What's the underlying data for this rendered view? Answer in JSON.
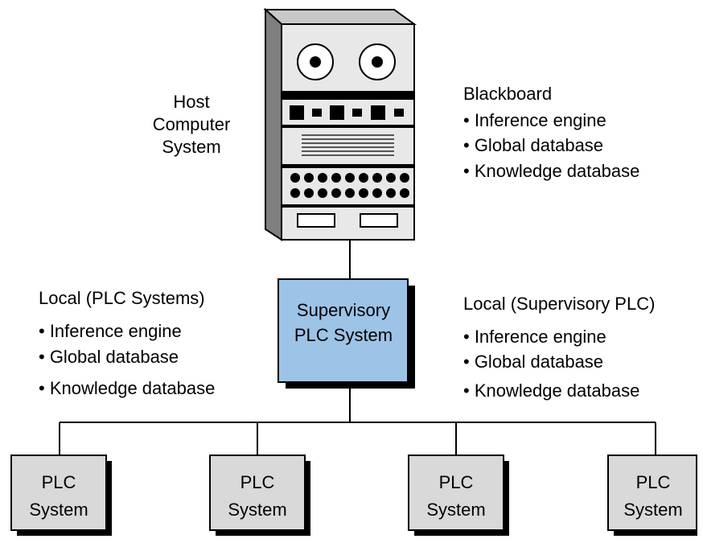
{
  "host": {
    "label_lines": [
      "Host",
      "Computer",
      "System"
    ]
  },
  "blackboard": {
    "title": "Blackboard",
    "items": [
      "• Inference engine",
      "• Global database",
      "• Knowledge database"
    ]
  },
  "local_plc": {
    "title": "Local (PLC Systems)",
    "items": [
      "• Inference engine",
      "• Global database",
      "• Knowledge database"
    ]
  },
  "supervisory": {
    "label_lines": [
      "Supervisory",
      "PLC System"
    ],
    "fill_color": "#9dc3e6"
  },
  "local_supervisory": {
    "title": "Local (Supervisory PLC)",
    "items": [
      "• Inference engine",
      "• Global database",
      "• Knowledge database"
    ]
  },
  "plc_systems": [
    {
      "label_lines": [
        "PLC",
        "System"
      ]
    },
    {
      "label_lines": [
        "PLC",
        "System"
      ]
    },
    {
      "label_lines": [
        "PLC",
        "System"
      ]
    },
    {
      "label_lines": [
        "PLC",
        "System"
      ]
    }
  ],
  "colors": {
    "plc_fill": "#d9d9d9",
    "cabinet_face": "#e8e8e8",
    "cabinet_side": "#7f7f7f",
    "line": "#000000"
  }
}
